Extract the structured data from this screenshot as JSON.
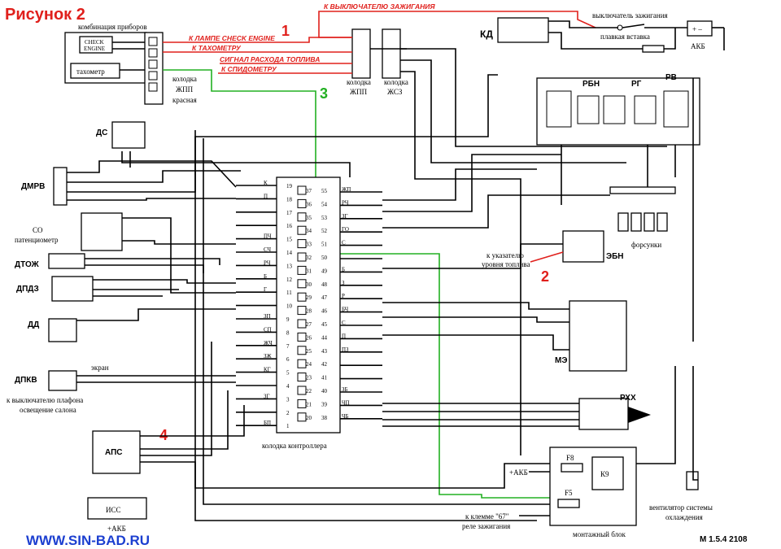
{
  "title": "Рисунок 2",
  "footer_url": "WWW.SIN-BAD.RU",
  "footer_model": "М 1.5.4 2108",
  "colors": {
    "title": "#e0201c",
    "red_wire": "#e0201c",
    "green_wire": "#22b022",
    "url": "#1c3fd0",
    "marker": "#e0201c"
  },
  "markers": [
    "1",
    "2",
    "3",
    "4"
  ],
  "red_labels": {
    "ignition": "К ВЫКЛЮЧАТЕЛЮ ЗАЖИГАНИЯ",
    "check": "К ЛАМПЕ CHECK ENGINE",
    "tacho": "К ТАХОМЕТРУ",
    "fuel": "СИГНАЛ РАСХОДА ТОПЛИВА",
    "speedo": "К СПИДОМЕТРУ"
  },
  "labels": {
    "cluster": "комбинация приборов",
    "check_engine_1": "CHECK",
    "check_engine_2": "ENGINE",
    "tachometer": "тахометр",
    "zhpp_red_1": "колодка",
    "zhpp_red_2": "ЖПП",
    "zhpp_red_3": "красная",
    "zhpp_1": "колодка",
    "zhpp_2": "ЖПП",
    "zhsz_1": "колодка",
    "zhsz_2": "ЖСЗ",
    "kd": "КД",
    "ign_switch": "выключатель зажигания",
    "fuse": "плавкая вставка",
    "akb": "АКБ",
    "rbn": "РБН",
    "rg": "РГ",
    "rv": "РВ",
    "ds": "ДС",
    "dmrv": "ДМРВ",
    "co_1": "СО",
    "co_2": "патенциометр",
    "dtozh": "ДТОЖ",
    "dpdz": "ДПДЗ",
    "dd": "ДД",
    "dpkv": "ДПКВ",
    "screen": "экран",
    "dome_1": "к выключателю плафона",
    "dome_2": "освещение салона",
    "aps": "АПС",
    "iss": "ИСС",
    "akb_plus": "+АКБ",
    "akb_plus2": "+АКБ",
    "controller": "колодка контроллера",
    "injectors": "форсунки",
    "ebn": "ЭБН",
    "fuel_gauge_1": "к указателю",
    "fuel_gauge_2": "уровня топлива",
    "me": "МЭ",
    "rhh": "РХХ",
    "f8": "F8",
    "f5": "F5",
    "k9": "К9",
    "mount_block": "монтажный блок",
    "relay67_1": "к клемме \"67\"",
    "relay67_2": "реле зажигания",
    "fan_1": "вентилятор системы",
    "fan_2": "охлаждения"
  },
  "controller_pins_left": [
    "19",
    "18",
    "17",
    "16",
    "15",
    "14",
    "13",
    "12",
    "11",
    "10",
    "9",
    "8",
    "7",
    "6",
    "5",
    "4",
    "3",
    "2",
    "1"
  ],
  "controller_pins_mid": [
    "37",
    "36",
    "35",
    "34",
    "33",
    "32",
    "31",
    "30",
    "29",
    "28",
    "27",
    "26",
    "25",
    "24",
    "23",
    "22",
    "21",
    "20"
  ],
  "controller_pins_right": [
    "55",
    "54",
    "53",
    "52",
    "51",
    "50",
    "49",
    "48",
    "47",
    "46",
    "45",
    "44",
    "43",
    "42",
    "41",
    "40",
    "39",
    "38"
  ],
  "controller_wires_left": [
    "К",
    "П",
    "",
    "",
    "ПЧ",
    "СЧ",
    "РЧ",
    "Б",
    "Г",
    "",
    "ЗП",
    "СП",
    "ЖЧ",
    "ЗЖ",
    "КГ",
    "",
    "ЗГ",
    "",
    "БП"
  ],
  "controller_wires_right": [
    "ЖП",
    "РЧ",
    "ЗГ",
    "ГО",
    "С",
    "",
    "Б",
    "З",
    "Р",
    "БЧ",
    "С",
    "П",
    "ПЗ",
    "",
    "",
    "ЗБ",
    "ЧП",
    "ЧБ"
  ]
}
